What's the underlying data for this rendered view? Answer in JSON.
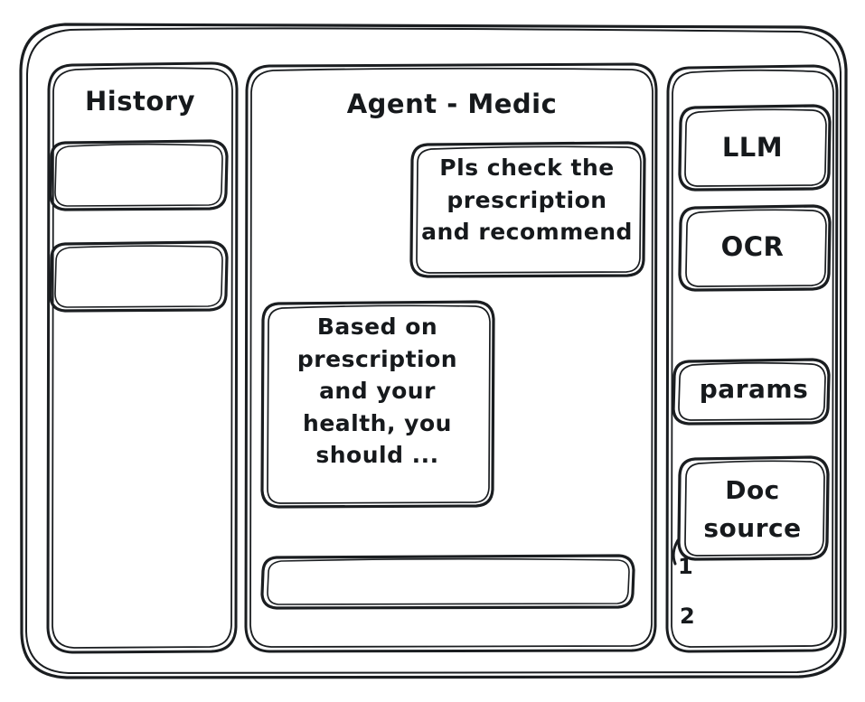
{
  "window": {
    "style": "hand-drawn wireframe sketch",
    "stroke_color": "#1a1d20",
    "background_color": "#ffffff"
  },
  "sidebar_left": {
    "title": "History",
    "items": [
      {
        "label": "",
        "name": "history-item-1"
      },
      {
        "label": "",
        "name": "history-item-2"
      }
    ]
  },
  "main": {
    "title": "Agent - Medic",
    "messages": [
      {
        "role": "user",
        "align": "right",
        "text": "Pls check the\nprescription\nand recommend"
      },
      {
        "role": "assistant",
        "align": "left",
        "text": "Based on\nprescription\nand your\nhealth, you\nshould ..."
      }
    ],
    "composer": {
      "value": "",
      "placeholder": ""
    }
  },
  "sidebar_right": {
    "tools": [
      {
        "label": "LLM",
        "name": "tool-llm"
      },
      {
        "label": "OCR",
        "name": "tool-ocr"
      },
      {
        "label": "params",
        "name": "tool-params"
      },
      {
        "label": "Doc\nsource",
        "name": "tool-doc-source"
      }
    ],
    "doc_list": [
      {
        "label": "1"
      },
      {
        "label": "2"
      }
    ]
  }
}
